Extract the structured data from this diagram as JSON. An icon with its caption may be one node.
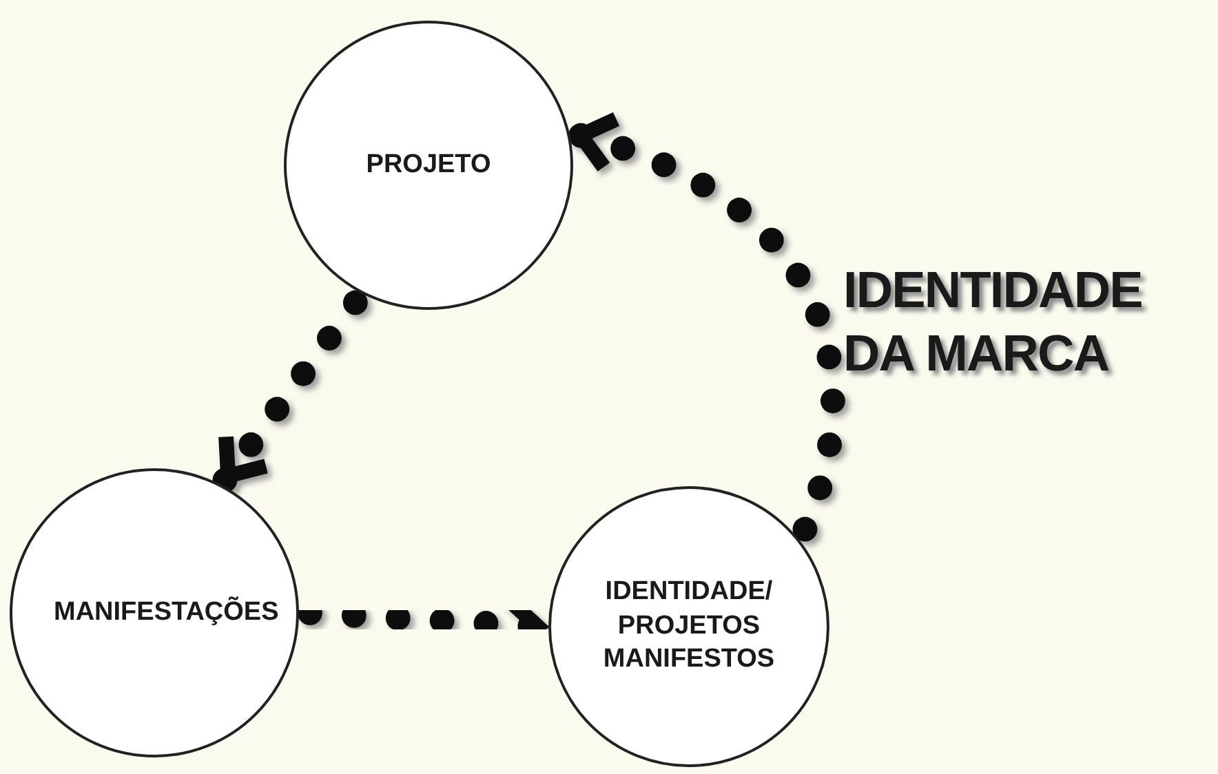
{
  "diagram": {
    "nodes": [
      {
        "text": [
          "PROJETO"
        ]
      },
      {
        "text": [
          "MANIFESTAÇÕES"
        ]
      },
      {
        "text": [
          "IDENTIDADE/ PROJETOS MANIFESTOS"
        ]
      }
    ],
    "edges": [
      {
        "from": 0,
        "to": 1,
        "arrow": "to"
      },
      {
        "from": 1,
        "to": 2,
        "arrow": "to"
      },
      {
        "from": 2,
        "to": 0,
        "arrow": "to",
        "label": "IDENTIDADE DA MARCA"
      }
    ]
  }
}
